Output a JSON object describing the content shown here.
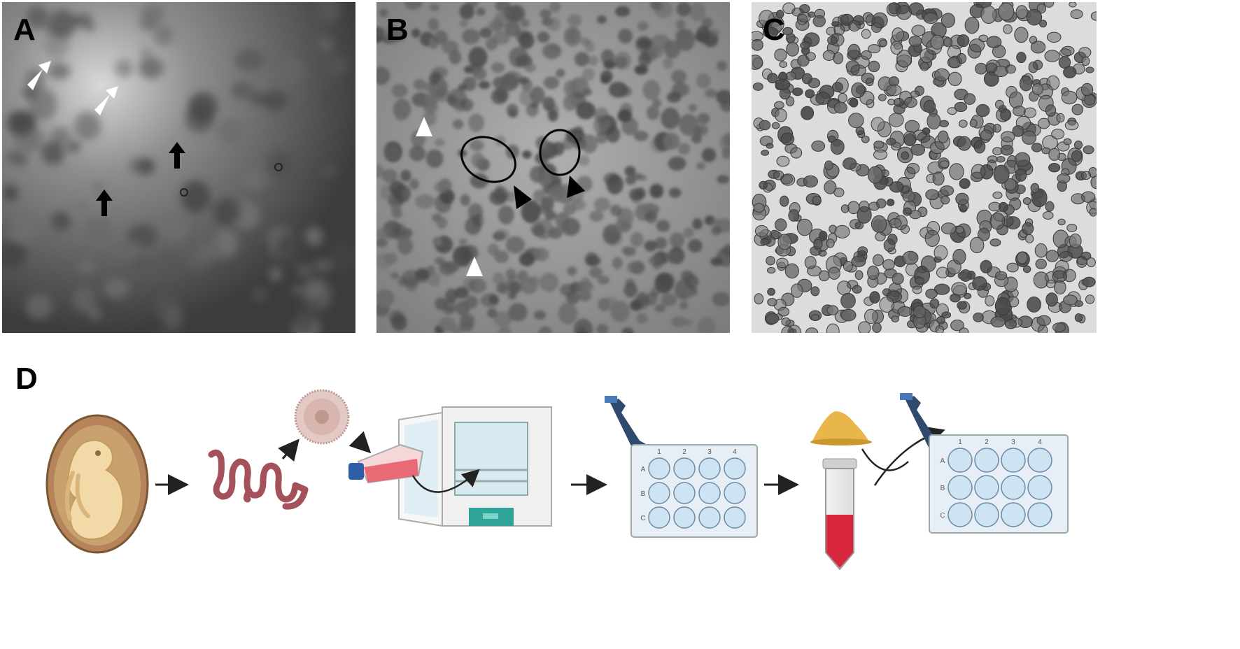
{
  "panels": {
    "a": {
      "label": "A"
    },
    "b": {
      "label": "B"
    },
    "c": {
      "label": "C"
    },
    "d": {
      "label": "D"
    }
  },
  "plate_left": {
    "columns": [
      "1",
      "2",
      "3",
      "4"
    ],
    "rows": [
      "A",
      "B",
      "C"
    ]
  },
  "plate_right": {
    "columns": [
      "1",
      "2",
      "3",
      "4"
    ],
    "rows": [
      "A",
      "B",
      "C"
    ]
  },
  "colors": {
    "embryo_shell": "#c9a16e",
    "intestine": "#a5515c",
    "culture_medium": "#e86a74",
    "incubator_panel": "#2fa59a",
    "pipette": "#2f4a6e",
    "well": "#cfe4f3",
    "powder": "#e8b64a",
    "tube_liquid": "#d8263c"
  }
}
